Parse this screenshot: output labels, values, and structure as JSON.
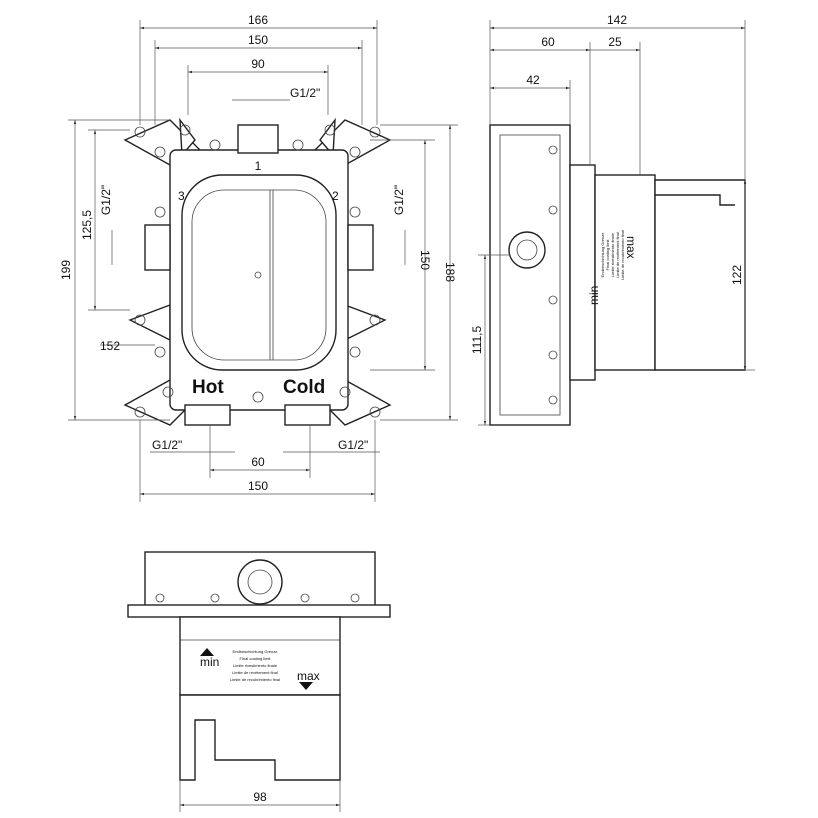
{
  "front_view": {
    "dims": {
      "width_total": "166",
      "width_mount": "150",
      "width_inner": "90",
      "top_port": "G1/2\"",
      "height_total": "199",
      "height_ports": "125,5",
      "left_port": "G1/2\"",
      "diag": "152",
      "right_port": "G1/2\"",
      "height_150": "150",
      "height_188": "188",
      "bottom_left_port": "G1/2\"",
      "bottom_right_port": "G1/2\"",
      "bottom_spacing": "60",
      "bottom_width": "150"
    },
    "outlet_labels": {
      "top": "1",
      "left": "3",
      "right": "2"
    },
    "hot_label": "Hot",
    "cold_label": "Cold"
  },
  "side_view": {
    "dims": {
      "depth_total": "142",
      "depth_60": "60",
      "depth_25": "25",
      "depth_42": "42",
      "height_122": "122",
      "height_111": "111,5"
    },
    "min_label": "min",
    "max_label": "max"
  },
  "bottom_view": {
    "dims": {
      "width_98": "98"
    },
    "min_label": "min",
    "max_label": "max"
  },
  "coating_limit_text": [
    "Endbeschichtung Grenze",
    "Final coating limit",
    "Limite rivestimento finale",
    "Limite de revêtement final",
    "Limite de recubrimiento final"
  ],
  "colors": {
    "line": "#222222",
    "background": "#ffffff"
  }
}
